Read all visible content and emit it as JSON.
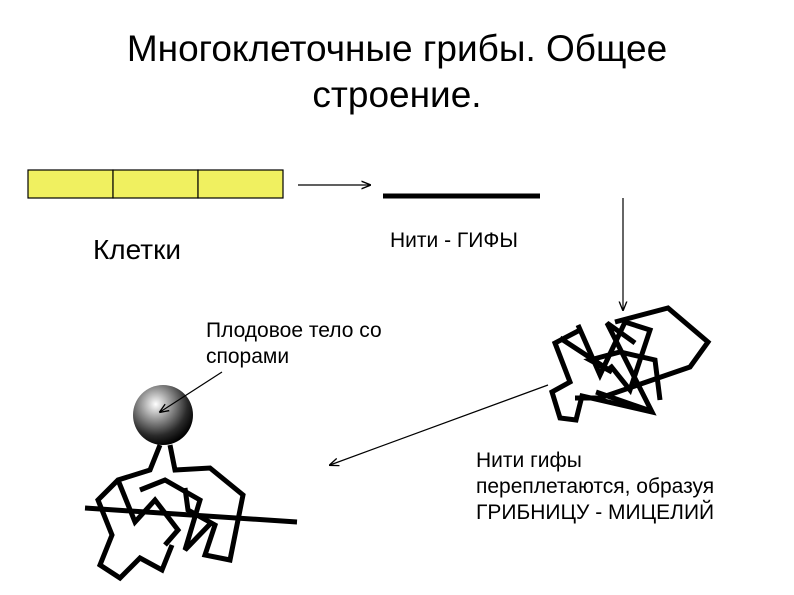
{
  "slide": {
    "title_line1": "Многоклеточные грибы. Общее",
    "title_line2": "строение."
  },
  "labels": {
    "cells": "Клетки",
    "hyphae": "Нити - ГИФЫ",
    "fruit_body_line1": "Плодовое тело со",
    "fruit_body_line2": "спорами",
    "mycelium_line1": "Нити гифы",
    "mycelium_line2": "переплетаются, образуя",
    "mycelium_line3": "ГРИБНИЦУ - МИЦЕЛИЙ"
  },
  "colors": {
    "cell_fill": "#f0f060",
    "stroke": "#000000"
  }
}
